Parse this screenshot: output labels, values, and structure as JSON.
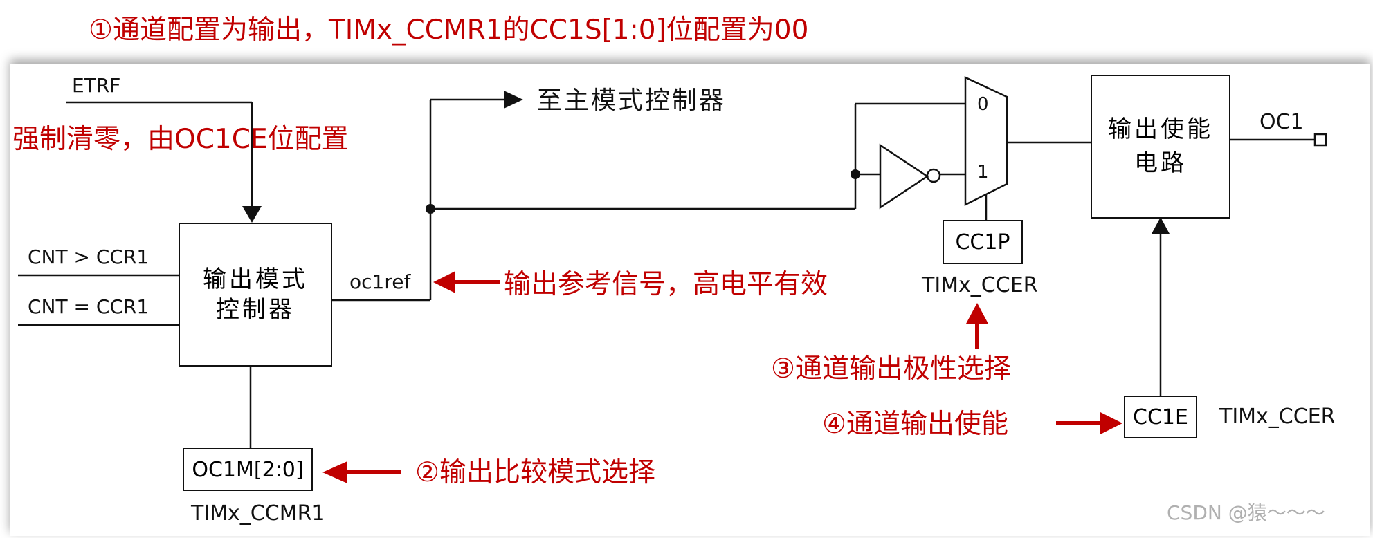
{
  "title": "①通道配置为输出，TIMx_CCMR1的CC1S[1:0]位配置为00",
  "annotations": {
    "etrf_note": "强制清零，由OC1CE位配置",
    "ref_note": "输出参考信号，高电平有效",
    "polarity_note": "③通道输出极性选择",
    "enable_note": "④通道输出使能",
    "mode_note": "②输出比较模式选择"
  },
  "signals": {
    "etrf": "ETRF",
    "cnt_gt": "CNT > CCR1",
    "cnt_eq": "CNT = CCR1",
    "oc1ref": "oc1ref",
    "to_master": "至主模式控制器",
    "oc1": "OC1"
  },
  "blocks": {
    "mode_controller": "输出模式控制器",
    "mode_controller_line1": "输出模式",
    "mode_controller_line2": "控制器",
    "oc1m": "OC1M[2:0]",
    "oc1m_reg": "TIMx_CCMR1",
    "cc1p": "CC1P",
    "cc1p_reg": "TIMx_CCER",
    "cc1e": "CC1E",
    "cc1e_reg": "TIMx_CCER",
    "enable_circuit": "输出使能电路",
    "enable_circuit_line1": "输出使能",
    "enable_circuit_line2": "电路",
    "mux_in0": "0",
    "mux_in1": "1"
  },
  "watermark": "CSDN @猿～～～",
  "colors": {
    "annotation": "#c00000",
    "line": "#111111"
  }
}
